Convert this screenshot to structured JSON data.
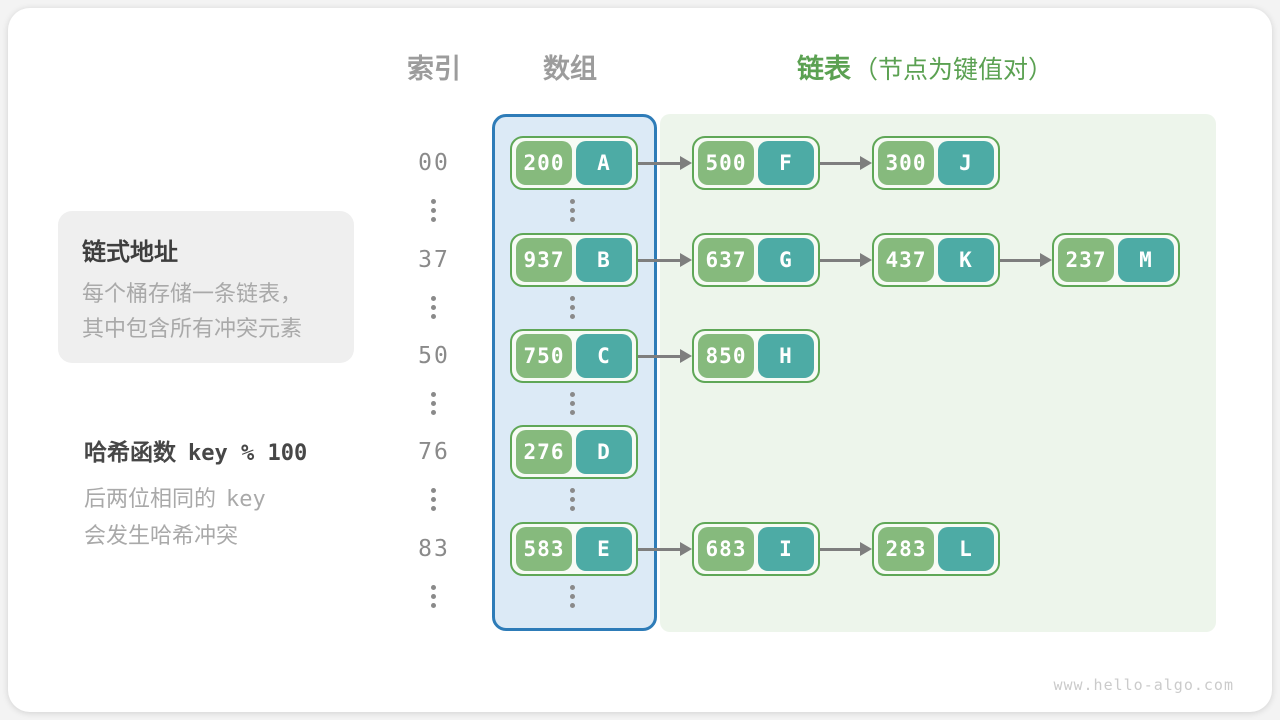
{
  "headers": {
    "index": "索引",
    "array": "数组",
    "list": "链表",
    "list_note": "（节点为键值对）"
  },
  "info_box": {
    "title": "链式地址",
    "lines": [
      "每个桶存储一条链表，",
      "其中包含所有冲突元素"
    ]
  },
  "hash_note": {
    "prefix": "哈希函数",
    "code": "key % 100",
    "line2_prefix": "后两位相同的",
    "line2_code": "key",
    "line3": "会发生哈希冲突"
  },
  "hash_table": {
    "rows": [
      {
        "index": "00",
        "bucket": {
          "key": "200",
          "value": "A"
        },
        "chain": [
          {
            "key": "500",
            "value": "F"
          },
          {
            "key": "300",
            "value": "J"
          }
        ]
      },
      {
        "index": "37",
        "bucket": {
          "key": "937",
          "value": "B"
        },
        "chain": [
          {
            "key": "637",
            "value": "G"
          },
          {
            "key": "437",
            "value": "K"
          },
          {
            "key": "237",
            "value": "M"
          }
        ]
      },
      {
        "index": "50",
        "bucket": {
          "key": "750",
          "value": "C"
        },
        "chain": [
          {
            "key": "850",
            "value": "H"
          }
        ]
      },
      {
        "index": "76",
        "bucket": {
          "key": "276",
          "value": "D"
        },
        "chain": []
      },
      {
        "index": "83",
        "bucket": {
          "key": "583",
          "value": "E"
        },
        "chain": [
          {
            "key": "683",
            "value": "I"
          },
          {
            "key": "283",
            "value": "L"
          }
        ]
      }
    ]
  },
  "watermark": "www.hello-algo.com",
  "colors": {
    "key_green": "#86BA7D",
    "value_teal": "#4DABA5",
    "node_border": "#5FA757",
    "array_border": "#2E7CB8",
    "array_fill": "#DCEAF6",
    "list_fill": "#EDF5EB",
    "header_green": "#5BA152",
    "header_gray": "#9C9C9C",
    "arrow_gray": "#7E7E7E"
  }
}
